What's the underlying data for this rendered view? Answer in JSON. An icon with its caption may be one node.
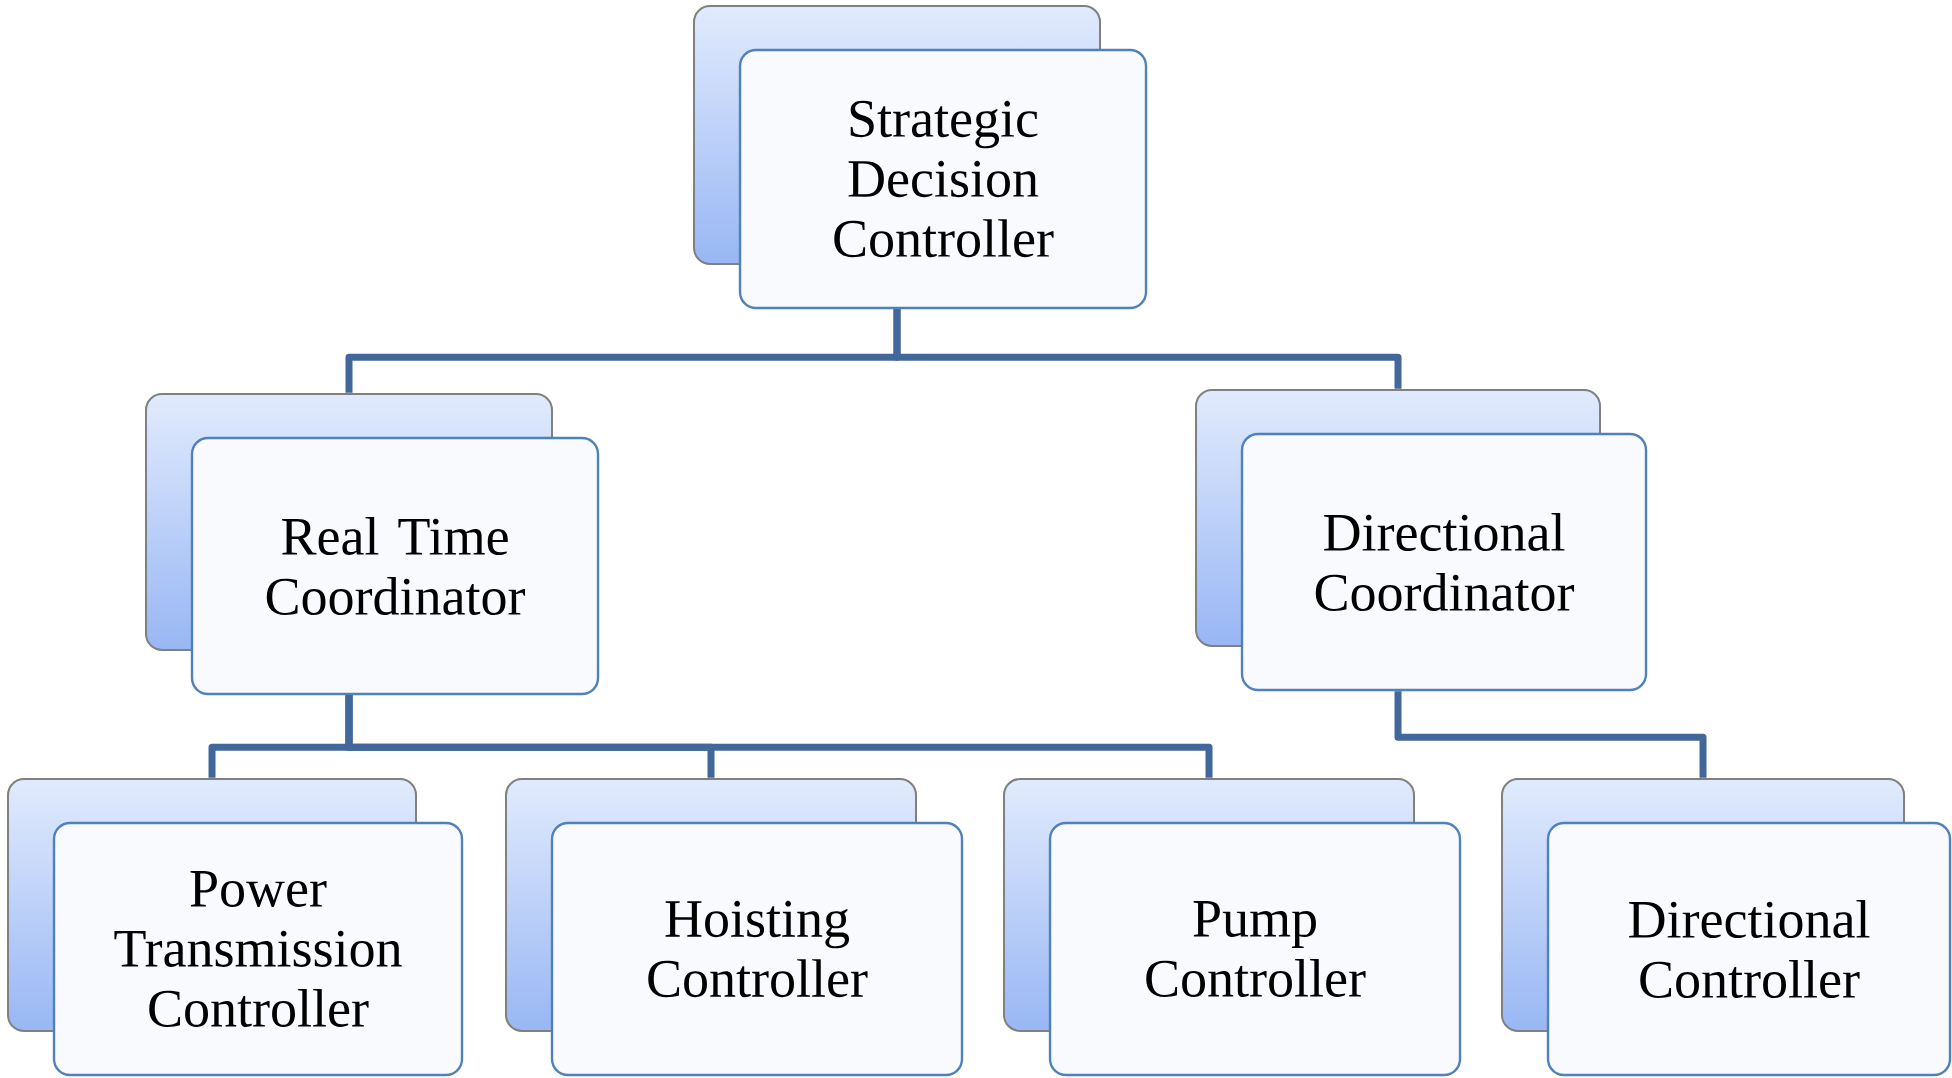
{
  "diagram": {
    "nodes": [
      {
        "text": [
          "Strategic Decision Controller"
        ]
      },
      {
        "text": [
          "Real Time Coordinator"
        ]
      },
      {
        "text": [
          "Directional Coordinator"
        ]
      },
      {
        "text": [
          "Power Transmission Controller"
        ]
      },
      {
        "text": [
          "Hoisting Controller"
        ]
      },
      {
        "text": [
          "Pump Controller"
        ]
      },
      {
        "text": [
          "Directional Controller"
        ]
      }
    ],
    "edges": [
      {
        "from": 0,
        "to": 1,
        "arrow": "none"
      },
      {
        "from": 0,
        "to": 2,
        "arrow": "none"
      },
      {
        "from": 1,
        "to": 3,
        "arrow": "none"
      },
      {
        "from": 1,
        "to": 4,
        "arrow": "none"
      },
      {
        "from": 1,
        "to": 5,
        "arrow": "none"
      },
      {
        "from": 2,
        "to": 6,
        "arrow": "none"
      }
    ]
  }
}
